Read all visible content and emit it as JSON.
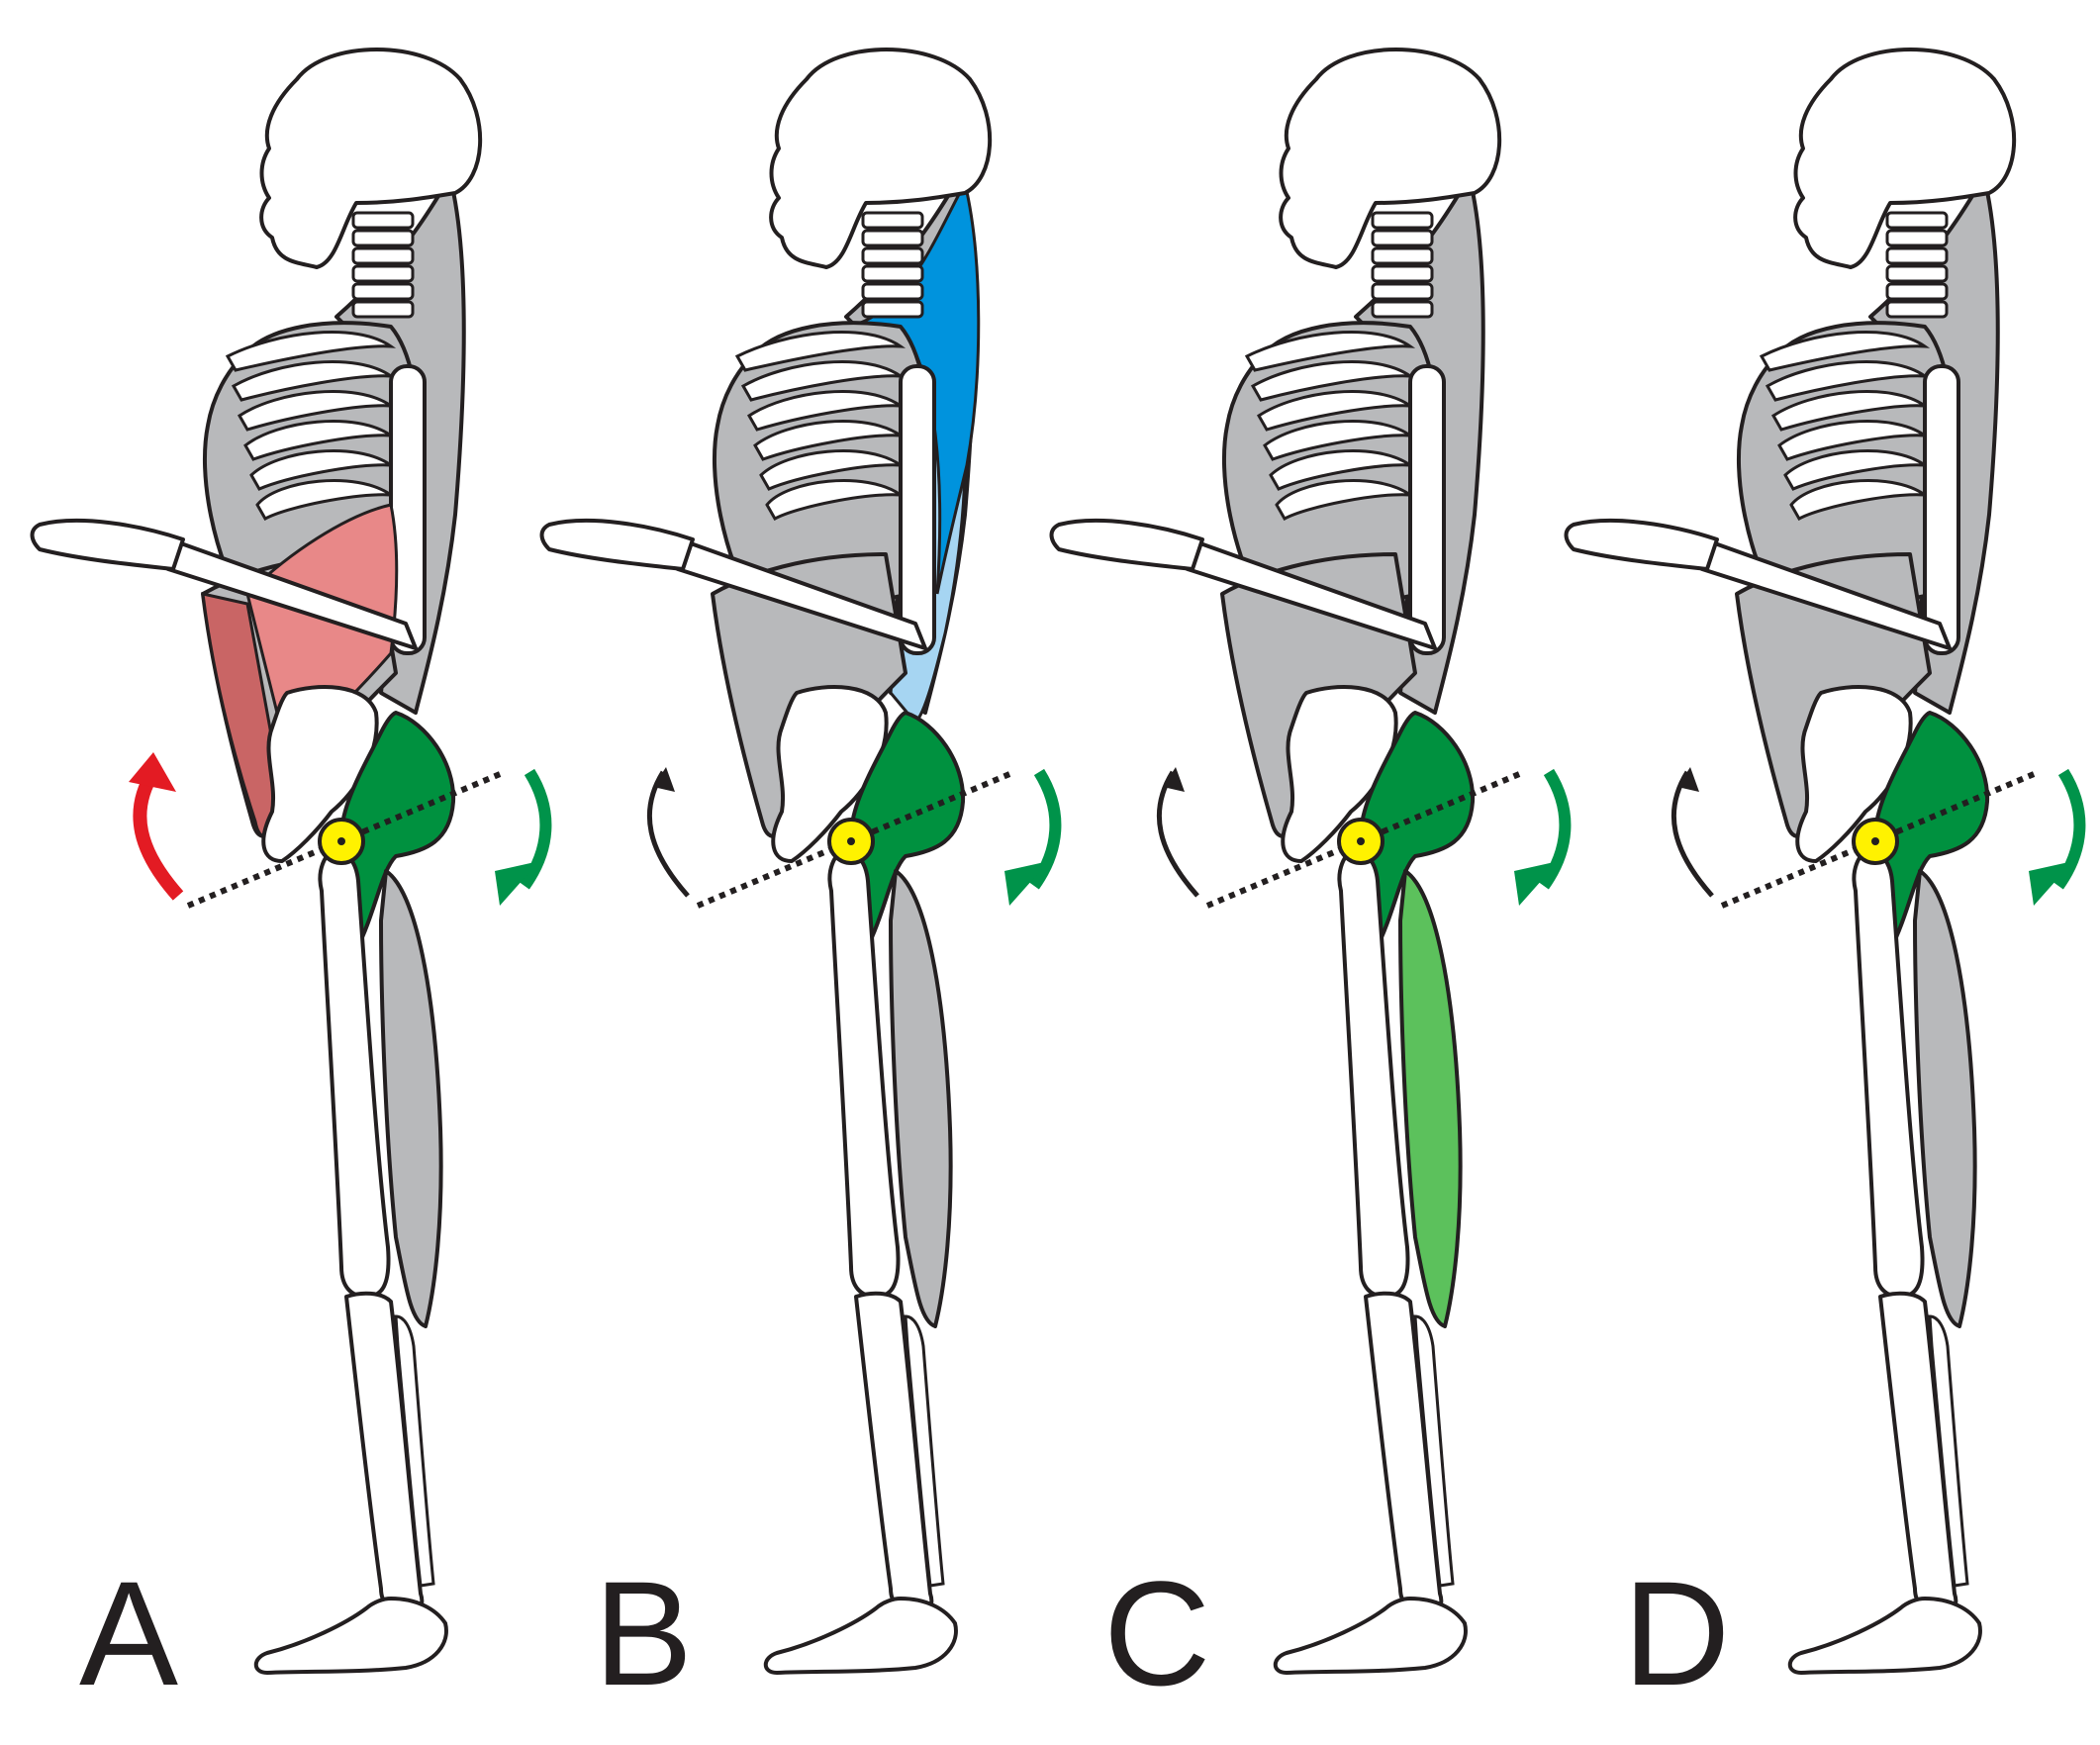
{
  "panels": [
    {
      "label": "A",
      "highlight_region": "abdominal",
      "highlight_color": "#e88888",
      "highlight_dark": "#c96565",
      "left_arrow_color": "#e31b23",
      "right_arrow_color": "#00934a"
    },
    {
      "label": "B",
      "highlight_region": "back",
      "highlight_color": "#0093dd",
      "highlight_light": "#a6d5f2",
      "left_arrow_color": "#231f20",
      "right_arrow_color": "#00934a"
    },
    {
      "label": "C",
      "highlight_region": "thigh-back",
      "highlight_color": "#5cc15c",
      "left_arrow_color": "#231f20",
      "right_arrow_color": "#00934a"
    },
    {
      "label": "D",
      "highlight_region": "none",
      "left_arrow_color": "#231f20",
      "right_arrow_color": "#00934a"
    }
  ],
  "colors": {
    "muscle_gray": "#b8b9bb",
    "gluteal_green": "#00913f",
    "hip_joint_yellow": "#fff200",
    "outline": "#231f20",
    "bone": "#ffffff"
  }
}
